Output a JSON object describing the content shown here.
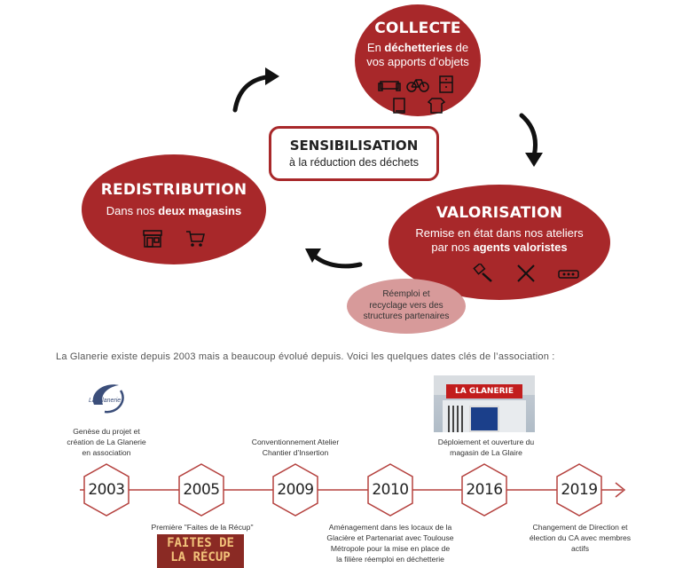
{
  "cycle": {
    "collecte": {
      "title": "COLLECTE",
      "line1_pre": "En ",
      "line1_bold": "déchetteries",
      "line1_post": " de",
      "line2": "vos apports d’objets"
    },
    "valorisation": {
      "title": "VALORISATION",
      "line1": "Remise en état dans nos ateliers",
      "line2_pre": "par nos ",
      "line2_bold": "agents valoristes"
    },
    "redistribution": {
      "title": "REDISTRIBUTION",
      "line1_pre": "Dans nos ",
      "line1_bold": "deux magasins"
    },
    "sensibilisation": {
      "title": "SENSIBILISATION",
      "subtitle": "à la réduction des déchets"
    },
    "reemploi": {
      "line1": "Réemploi et",
      "line2": "recyclage vers des",
      "line3": "structures partenaires"
    }
  },
  "intro_text": "La Glanerie existe depuis 2003 mais a beaucoup évolué depuis. Voici les quelques dates clés de l’association :",
  "timeline": {
    "years": [
      "2003",
      "2005",
      "2009",
      "2010",
      "2016",
      "2019"
    ],
    "above": {
      "2003": [
        "Genèse du projet et",
        "création de La Glanerie",
        "en association"
      ],
      "2009": [
        "Conventionnement Atelier",
        "Chantier d’Insertion"
      ],
      "2016": [
        "Déploiement et ouverture du",
        "magasin de La Glaire"
      ]
    },
    "below": {
      "2005": [
        "Première \"Faites de la Récup\""
      ],
      "2010": [
        "Aménagement dans les locaux de la",
        "Glacière et Partenariat avec Toulouse",
        "Métropole pour la mise en place de",
        "la filière réemploi en déchetterie"
      ],
      "2019": [
        "Changement de Direction et",
        "élection du CA avec membres",
        "actifs"
      ]
    }
  },
  "logos": {
    "glanerie_logo_text": "La Glanerie",
    "shop_sign_text": "LA GLANERIE",
    "faites_line1": "FAITES DE",
    "faites_line2": "LA RÉCUP"
  },
  "colors": {
    "primary": "#a8282a",
    "pink": "#d79a9a",
    "timeline": "#b5423f"
  }
}
